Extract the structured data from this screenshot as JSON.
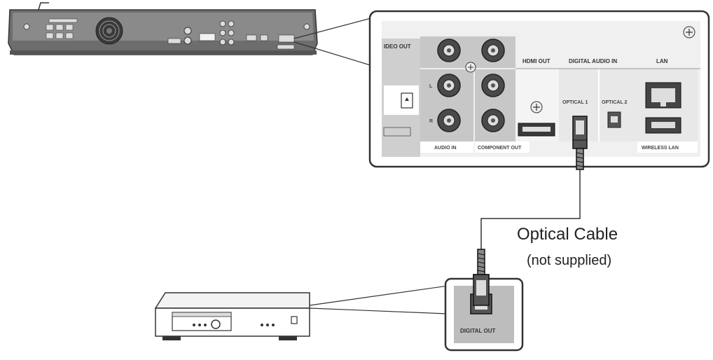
{
  "panel": {
    "video_out": "IDEO OUT",
    "hdmi_out": "HDMI OUT",
    "digital_audio_in": "DIGITAL AUDIO IN",
    "lan": "LAN",
    "optical1": "OPTICAL 1",
    "optical2": "OPTICAL 2",
    "audio_in": "AUDIO IN",
    "component_out": "COMPONENT OUT",
    "wireless_lan": "WIRELESS LAN",
    "left_channel": "L",
    "right_channel": "R"
  },
  "cable": {
    "name": "Optical Cable",
    "note": "(not supplied)"
  },
  "device": {
    "digital_out": "DIGITAL OUT"
  }
}
